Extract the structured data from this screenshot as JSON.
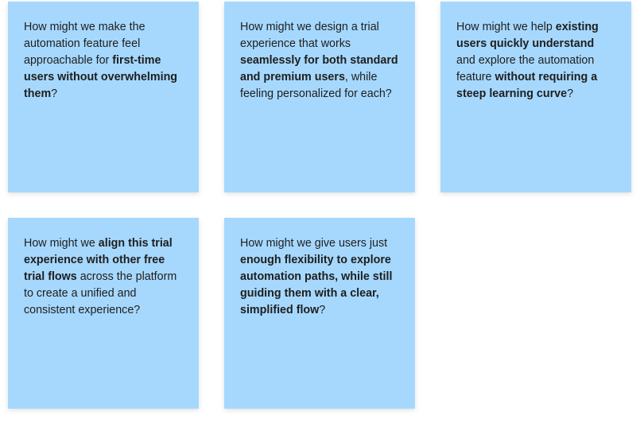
{
  "notes": [
    {
      "s": [
        "How might we make the automation feature feel approachable for ",
        "first-time users without overwhelming them",
        "?"
      ]
    },
    {
      "s": [
        "How might we design a trial experience that works ",
        "seamlessly for both standard and premium users",
        ", while feeling personalized for each?"
      ]
    },
    {
      "s": [
        "How might we help ",
        "existing users quickly understand",
        " and explore the automation feature ",
        "without requiring a steep learning curve",
        "?"
      ]
    },
    {
      "s": [
        "How might we ",
        "align this trial experience with other free trial flows",
        " across the platform to create a unified and consistent experience?"
      ]
    },
    {
      "s": [
        "How might we give users just ",
        "enough flexibility to explore automation paths, while still guiding them with a clear, simplified flow",
        "?"
      ]
    }
  ],
  "colors": {
    "note": "#a6d8fe",
    "text": "#1e1e1e"
  }
}
